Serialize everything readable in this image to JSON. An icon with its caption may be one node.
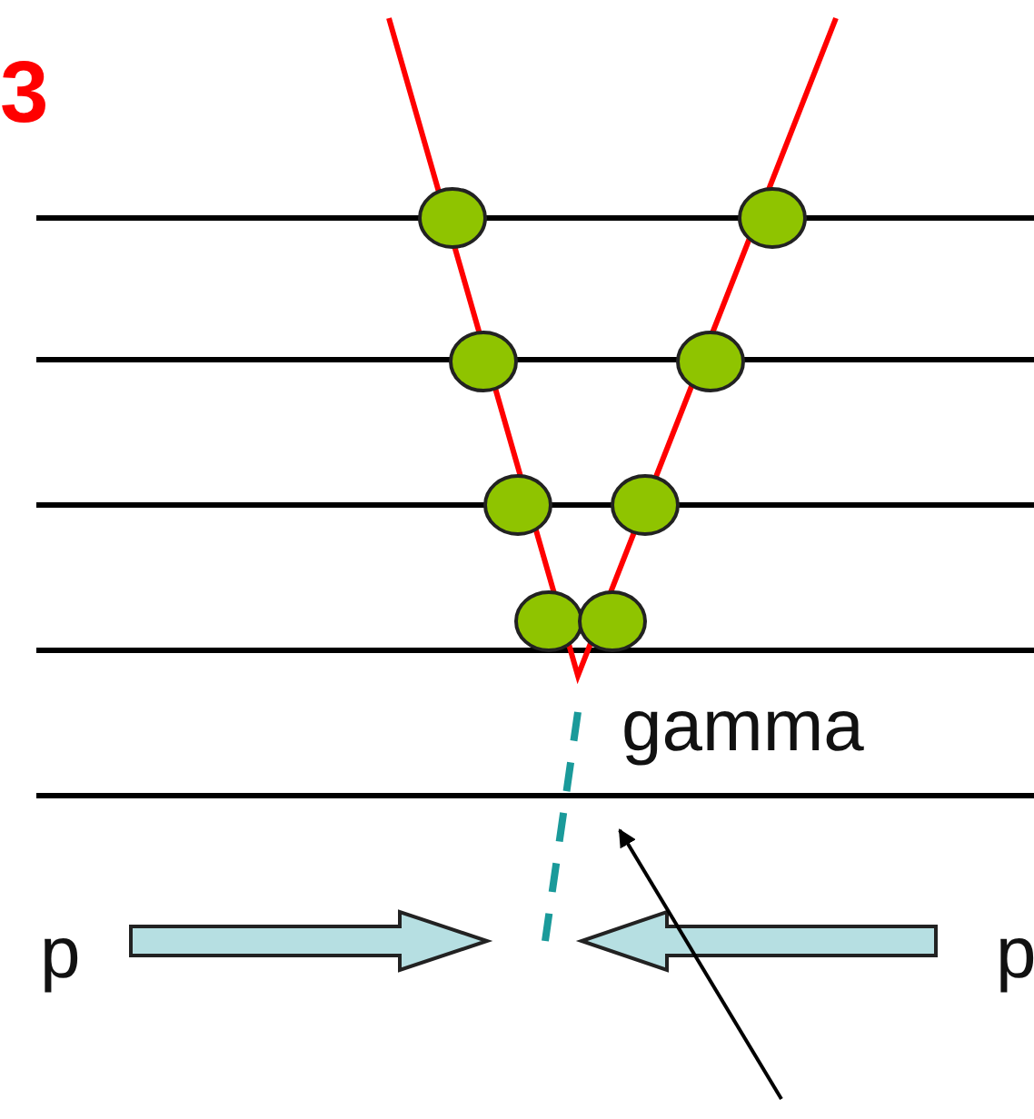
{
  "diagram": {
    "labels": [
      "3",
      "gamma",
      "p",
      "p"
    ]
  }
}
